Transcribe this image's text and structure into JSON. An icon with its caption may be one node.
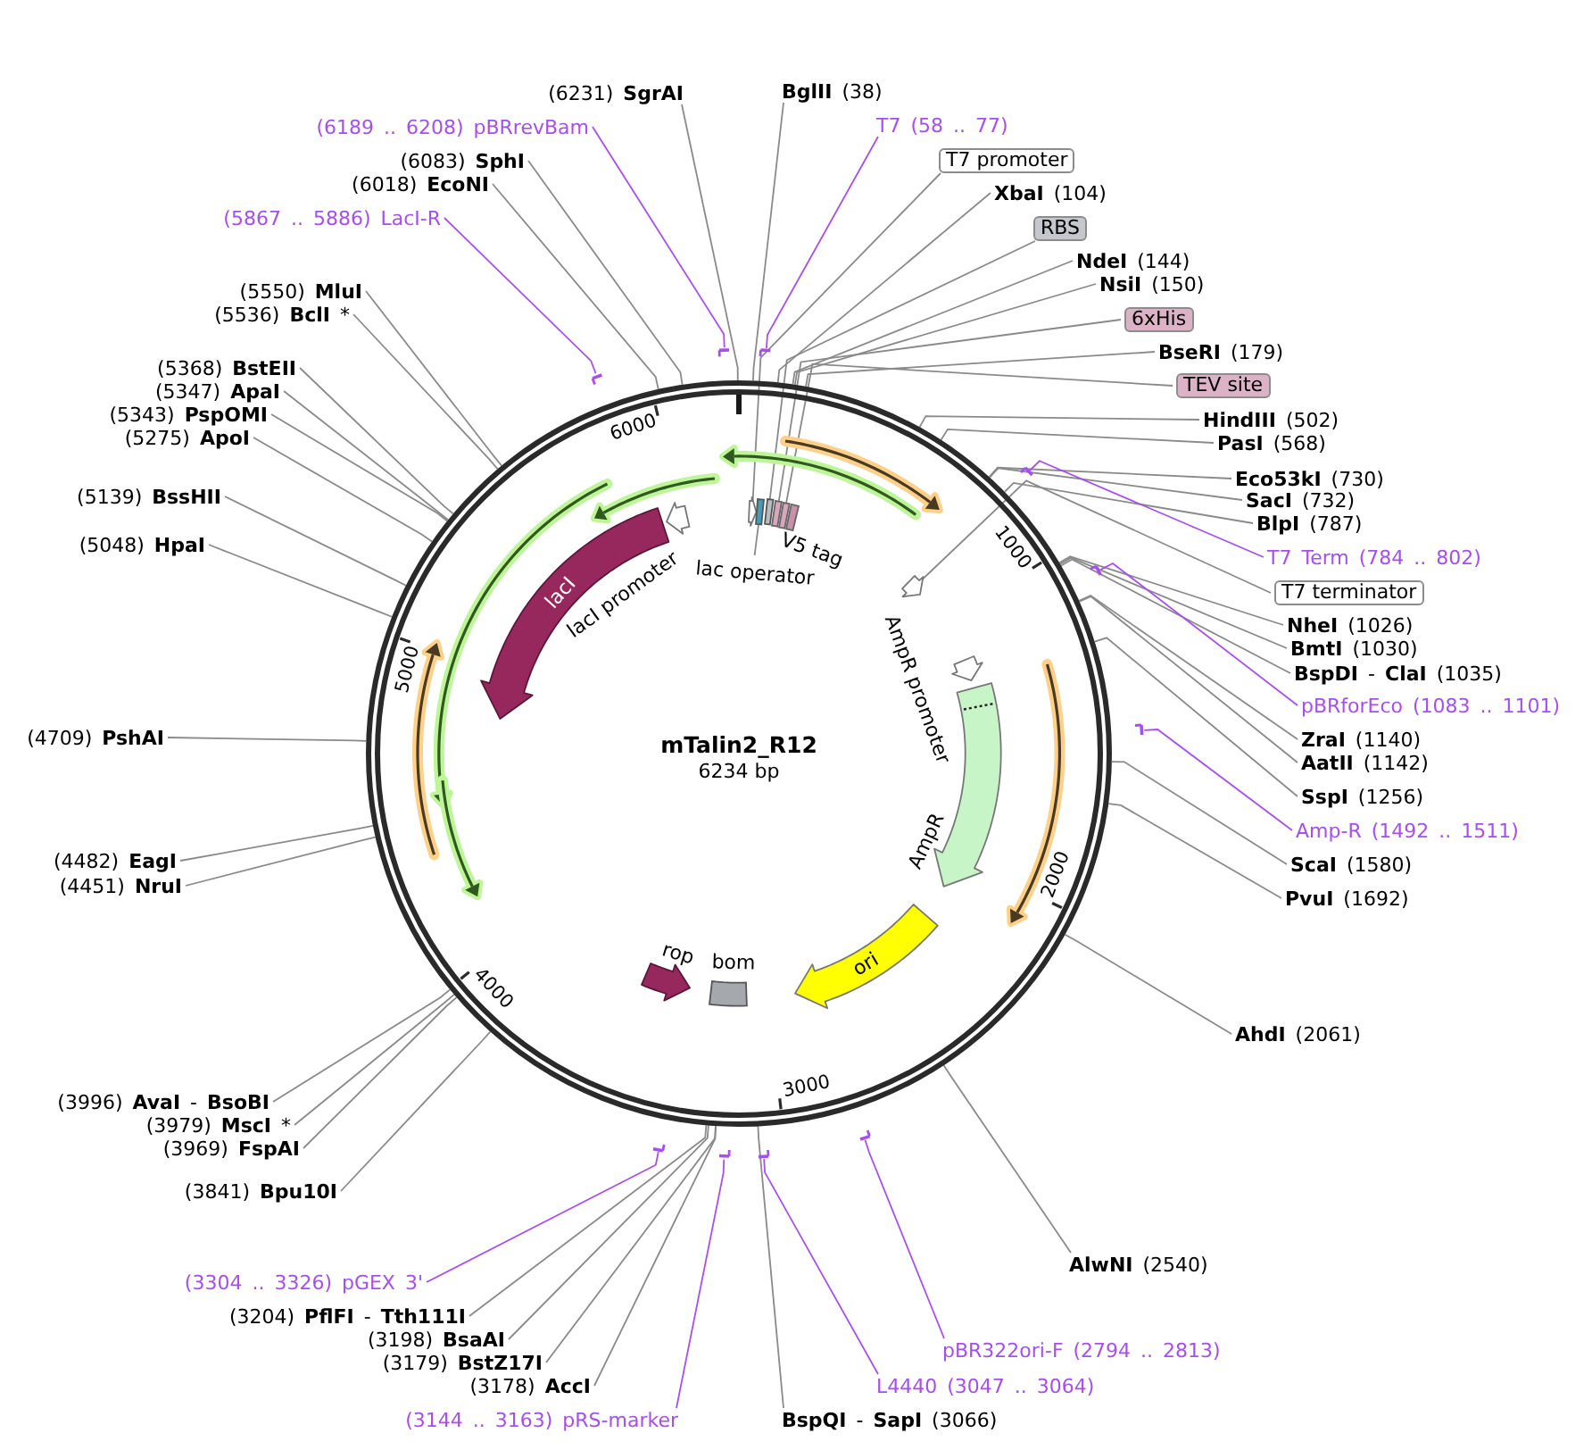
{
  "diagram": {
    "title": "mTalin2_R12",
    "nodes": [
      {
        "text": [
          "**BglII** (38)"
        ]
      },
      {
        "text": [
          "T7 (58 .. 77)"
        ]
      },
      {
        "text": [
          "T7 promoter"
        ]
      },
      {
        "text": [
          "**XbaI** (104)"
        ]
      },
      {
        "text": [
          "RBS"
        ]
      },
      {
        "text": [
          "**NdeI** (144)"
        ]
      },
      {
        "text": [
          "**NsiI** (150)"
        ]
      },
      {
        "text": [
          "6xHis"
        ]
      },
      {
        "text": [
          "**BseRI** (179)"
        ]
      },
      {
        "text": [
          "TEV site"
        ]
      },
      {
        "text": [
          "**HindIII** (502)"
        ]
      },
      {
        "text": [
          "**PasI** (568)"
        ]
      },
      {
        "text": [
          "**Eco53kI** (730)"
        ]
      },
      {
        "text": [
          "**SacI** (732)"
        ]
      },
      {
        "text": [
          "**BlpI** (787)"
        ]
      },
      {
        "text": [
          "T7 Term (784 .. 802)"
        ]
      },
      {
        "text": [
          "T7 terminator"
        ]
      },
      {
        "text": [
          "**NheI** (1026)"
        ]
      },
      {
        "text": [
          "**BmtI** (1030)"
        ]
      },
      {
        "text": [
          "**BspDI** - **ClaI** (1035)"
        ]
      },
      {
        "text": [
          "pBRforEco (1083 .. 1101)"
        ]
      },
      {
        "text": [
          "**ZraI** (1140)"
        ]
      },
      {
        "text": [
          "**AatII** (1142)"
        ]
      },
      {
        "text": [
          "**SspI** (1256)"
        ]
      },
      {
        "text": [
          "Amp-R (1492 .. 1511)"
        ]
      },
      {
        "text": [
          "**ScaI** (1580)"
        ]
      },
      {
        "text": [
          "**PvuI** (1692)"
        ]
      },
      {
        "text": [
          "**AhdI** (2061)"
        ]
      },
      {
        "text": [
          "**AlwNI** (2540)"
        ]
      },
      {
        "text": [
          "pBR322ori-F (2794 .. 2813)"
        ]
      },
      {
        "text": [
          "L4440 (3047 .. 3064)"
        ]
      },
      {
        "text": [
          "**BspQI** - **SapI** (3066)"
        ]
      },
      {
        "text": [
          "(3144 .. 3163) pRS-marker"
        ]
      },
      {
        "text": [
          "(3178) **AccI**"
        ]
      },
      {
        "text": [
          "(3179) **BstZ17I**"
        ]
      },
      {
        "text": [
          "(3198) **BsaAI**"
        ]
      },
      {
        "text": [
          "(3204) **PflFI** - **Tth111I**"
        ]
      },
      {
        "text": [
          "(3304 .. 3326) pGEX 3'"
        ]
      },
      {
        "text": [
          "(3841) **Bpu10I**"
        ]
      },
      {
        "text": [
          "(3969) **FspAI**"
        ]
      },
      {
        "text": [
          "(3979) **MscI** *"
        ]
      },
      {
        "text": [
          "(3996) **AvaI** - **BsoBI**"
        ]
      },
      {
        "text": [
          "(4451) **NruI**"
        ]
      },
      {
        "text": [
          "(4482) **EagI**"
        ]
      },
      {
        "text": [
          "(4709) **PshAI**"
        ]
      },
      {
        "text": [
          "(5048) **HpaI**"
        ]
      },
      {
        "text": [
          "(5139) **BssHII**"
        ]
      },
      {
        "text": [
          "(5275) **ApoI**"
        ]
      },
      {
        "text": [
          "(5343) **PspOMI**"
        ]
      },
      {
        "text": [
          "(5347) **ApaI**"
        ]
      },
      {
        "text": [
          "(5368) **BstEII**"
        ]
      },
      {
        "text": [
          "(5536) **BclI** *"
        ]
      },
      {
        "text": [
          "(5550) **MluI**"
        ]
      },
      {
        "text": [
          "(5867 .. 5886) LacI-R"
        ]
      },
      {
        "text": [
          "(6018) **EcoNI**"
        ]
      },
      {
        "text": [
          "(6083) **SphI**"
        ]
      },
      {
        "text": [
          "(6189 .. 6208) pBRrevBam"
        ]
      },
      {
        "text": [
          "(6231) **SgrAI**"
        ]
      },
      {
        "text": [],
        "shape": "bar"
      },
      {
        "text": [],
        "shape": "bar"
      },
      {
        "text": [],
        "shape": "bar"
      },
      {
        "text": [],
        "shape": "bar"
      },
      {
        "text": [],
        "shape": "bar"
      },
      {
        "text": [],
        "shape": "bar"
      },
      {
        "text": [],
        "shape": "bar"
      },
      {
        "text": [],
        "shape": "bar"
      },
      {
        "text": [],
        "shape": "bar"
      },
      {
        "text": [],
        "shape": "bar"
      },
      {
        "text": [],
        "shape": "circle"
      },
      {
        "text": [],
        "shape": "arrow",
        "in": 68
      },
      {
        "text": [],
        "shape": "box",
        "in": 68
      },
      {
        "text": [],
        "shape": "box",
        "in": 68
      },
      {
        "text": [],
        "shape": "box",
        "in": 68
      },
      {
        "text": [],
        "shape": "box",
        "in": 68
      },
      {
        "text": [],
        "shape": "box",
        "beside": [
          "V5 tag"
        ],
        "in": 68
      },
      {
        "text": [
          "lac operator"
        ],
        "in": 68
      },
      {
        "text": [],
        "shape": "arrow",
        "in": 68
      },
      {
        "text": [],
        "shape": "arrow",
        "in": 68
      },
      {
        "text": [
          "lacI"
        ],
        "in": 68
      },
      {
        "text": [],
        "shape": "arrow",
        "beside": [
          "AmpR promoter"
        ],
        "in": 68
      },
      {
        "text": [],
        "shape": "arrow",
        "beside": [
          "AmpR"
        ],
        "in": 68
      },
      {
        "text": [
          "ori"
        ],
        "in": 68
      },
      {
        "text": [],
        "shape": "box",
        "beside": [
          "bom"
        ],
        "in": 68
      },
      {
        "text": [],
        "shape": "arrow",
        "beside": [
          "rop"
        ],
        "in": 68
      },
      {
        "text": [],
        "shape": "arrow",
        "in": 68
      },
      {
        "text": [],
        "shape": "arrow",
        "in": 68
      },
      {
        "text": [],
        "shape": "arrow",
        "in": 68
      },
      {
        "text": [],
        "shape": "arrow",
        "in": 68
      },
      {
        "text": [],
        "shape": "arrow",
        "in": 68
      },
      {
        "text": [],
        "shape": "arrow",
        "in": 68
      },
      {
        "text": [],
        "shape": "arrow",
        "in": 68
      }
    ],
    "edges": [
      {
        "from": 0,
        "to": 68,
        "arrow": "none"
      },
      {
        "from": 1,
        "to": 58,
        "arrow": "none",
        "color": "#a64ff0"
      },
      {
        "from": 2,
        "to": 69,
        "arrow": "none"
      },
      {
        "from": 3,
        "to": 68,
        "arrow": "none"
      },
      {
        "from": 4,
        "to": 71,
        "arrow": "none"
      },
      {
        "from": 5,
        "to": 68,
        "arrow": "none"
      },
      {
        "from": 6,
        "to": 68,
        "arrow": "none"
      },
      {
        "from": 7,
        "to": 72,
        "arrow": "none"
      },
      {
        "from": 8,
        "to": 68,
        "arrow": "none"
      },
      {
        "from": 9,
        "to": 73,
        "arrow": "none"
      },
      {
        "from": 10,
        "to": 68,
        "arrow": "none"
      },
      {
        "from": 11,
        "to": 68,
        "arrow": "none"
      },
      {
        "from": 12,
        "to": 68,
        "arrow": "none"
      },
      {
        "from": 13,
        "to": 68,
        "arrow": "none"
      },
      {
        "from": 14,
        "to": 68,
        "arrow": "none"
      },
      {
        "from": 15,
        "to": 59,
        "arrow": "none",
        "color": "#a64ff0"
      },
      {
        "from": 16,
        "to": 76,
        "arrow": "none"
      },
      {
        "from": 17,
        "to": 68,
        "arrow": "none"
      },
      {
        "from": 18,
        "to": 68,
        "arrow": "none"
      },
      {
        "from": 19,
        "to": 68,
        "arrow": "none"
      },
      {
        "from": 20,
        "to": 60,
        "arrow": "none",
        "color": "#a64ff0"
      },
      {
        "from": 21,
        "to": 68,
        "arrow": "none"
      },
      {
        "from": 22,
        "to": 68,
        "arrow": "none"
      },
      {
        "from": 23,
        "to": 68,
        "arrow": "none"
      },
      {
        "from": 24,
        "to": 61,
        "arrow": "none",
        "color": "#a64ff0"
      },
      {
        "from": 25,
        "to": 68,
        "arrow": "none"
      },
      {
        "from": 26,
        "to": 68,
        "arrow": "none"
      },
      {
        "from": 27,
        "to": 68,
        "arrow": "none"
      },
      {
        "from": 28,
        "to": 68,
        "arrow": "none"
      },
      {
        "from": 29,
        "to": 62,
        "arrow": "none",
        "color": "#a64ff0"
      },
      {
        "from": 30,
        "to": 63,
        "arrow": "none",
        "color": "#a64ff0"
      },
      {
        "from": 31,
        "to": 68,
        "arrow": "none"
      },
      {
        "from": 32,
        "to": 64,
        "arrow": "none",
        "color": "#a64ff0"
      },
      {
        "from": 33,
        "to": 68,
        "arrow": "none"
      },
      {
        "from": 34,
        "to": 68,
        "arrow": "none"
      },
      {
        "from": 35,
        "to": 68,
        "arrow": "none"
      },
      {
        "from": 36,
        "to": 68,
        "arrow": "none"
      },
      {
        "from": 37,
        "to": 65,
        "arrow": "none",
        "color": "#a64ff0"
      },
      {
        "from": 38,
        "to": 68,
        "arrow": "none"
      },
      {
        "from": 39,
        "to": 68,
        "arrow": "none"
      },
      {
        "from": 40,
        "to": 68,
        "arrow": "none"
      },
      {
        "from": 41,
        "to": 68,
        "arrow": "none"
      },
      {
        "from": 42,
        "to": 68,
        "arrow": "none"
      },
      {
        "from": 43,
        "to": 68,
        "arrow": "none"
      },
      {
        "from": 44,
        "to": 68,
        "arrow": "none"
      },
      {
        "from": 45,
        "to": 68,
        "arrow": "none"
      },
      {
        "from": 46,
        "to": 68,
        "arrow": "none"
      },
      {
        "from": 47,
        "to": 68,
        "arrow": "none"
      },
      {
        "from": 48,
        "to": 68,
        "arrow": "none"
      },
      {
        "from": 49,
        "to": 68,
        "arrow": "none"
      },
      {
        "from": 50,
        "to": 68,
        "arrow": "none"
      },
      {
        "from": 51,
        "to": 68,
        "arrow": "none"
      },
      {
        "from": 52,
        "to": 68,
        "arrow": "none"
      },
      {
        "from": 53,
        "to": 66,
        "arrow": "none",
        "color": "#a64ff0"
      },
      {
        "from": 54,
        "to": 68,
        "arrow": "none"
      },
      {
        "from": 55,
        "to": 68,
        "arrow": "none"
      },
      {
        "from": 56,
        "to": 67,
        "arrow": "none",
        "color": "#a64ff0"
      },
      {
        "from": 57,
        "to": 68,
        "arrow": "none"
      },
      {
        "from": 75,
        "to": 70,
        "arrow": "none"
      }
    ],
    "labels": [
      "6234 bp",
      "1000",
      "2000",
      "3000",
      "4000",
      "5000",
      "6000",
      "lacI promoter"
    ]
  }
}
